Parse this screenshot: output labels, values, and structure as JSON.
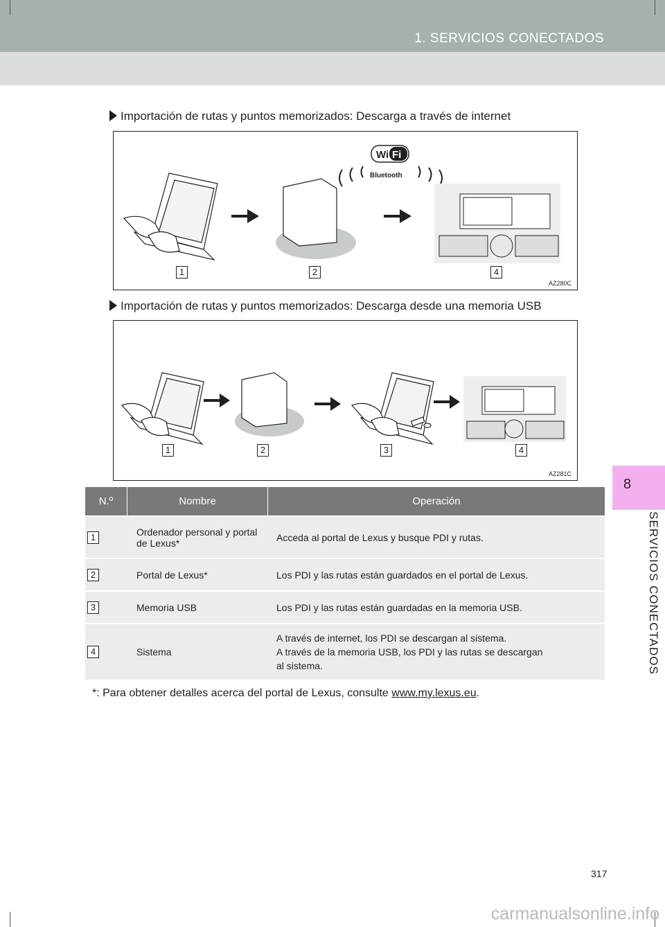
{
  "header": {
    "title": "1. SERVICIOS CONECTADOS"
  },
  "side_tab": {
    "number": "8",
    "label": "SERVICIOS CONECTADOS"
  },
  "sections": [
    {
      "text": "Importación de rutas y puntos memorizados: Descarga a través de internet"
    },
    {
      "text": "Importación de rutas y puntos memorizados: Descarga desde una memoria USB"
    }
  ],
  "figures": [
    {
      "code": "AZ280C",
      "labels": [
        "1",
        "2",
        "4"
      ],
      "wifi_text": "Wi Fi",
      "bluetooth_text": "Bluetooth"
    },
    {
      "code": "AZ281C",
      "labels": [
        "1",
        "2",
        "3",
        "4"
      ]
    }
  ],
  "table": {
    "headers": [
      "N.º",
      "Nombre",
      "Operación"
    ],
    "rows": [
      {
        "num": "1",
        "name": "Ordenador personal y portal de Lexus*",
        "operation": "Acceda al portal de Lexus y busque PDI y rutas."
      },
      {
        "num": "2",
        "name": "Portal de Lexus*",
        "operation": "Los PDI y las rutas están guardados en el portal de Lexus."
      },
      {
        "num": "3",
        "name": "Memoria USB",
        "operation": "Los PDI y las rutas están guardadas en la memoria USB."
      },
      {
        "num": "4",
        "name": "Sistema",
        "operation_lines": [
          "A través de internet, los PDI se descargan al sistema.",
          "A través de la memoria USB, los PDI y las rutas se descargan",
          "al sistema."
        ]
      }
    ]
  },
  "footnote": {
    "prefix": "*: Para obtener detalles acerca del portal de Lexus, consulte ",
    "link": "www.my.lexus.eu",
    "suffix": "."
  },
  "page_number": "317",
  "watermark": "carmanualsonline.info",
  "colors": {
    "header_bar": "#a6b0b0",
    "header_band": "#dcdedd",
    "side_tab": "#f4b0ee",
    "table_header": "#787a7a",
    "table_row": "#ebecec"
  }
}
